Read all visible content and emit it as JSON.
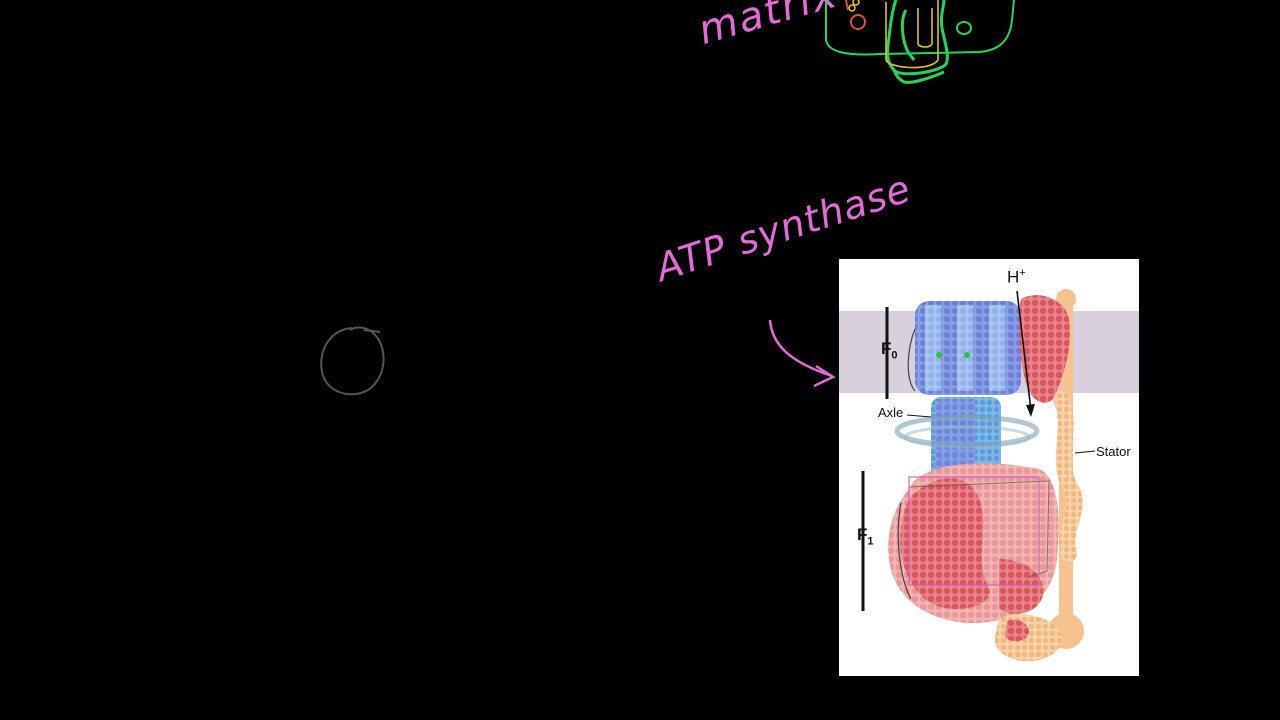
{
  "annotations": {
    "matrix": "matrix",
    "atp_synthase": "ATP synthase"
  },
  "figure": {
    "h_label": "H",
    "h_charge": "+",
    "f0_label": "F",
    "f0_sub": "0",
    "f1_label": "F",
    "f1_sub": "1",
    "axle_label": "Axle",
    "stator_label": "Stator"
  },
  "colors": {
    "background": "#000000",
    "pen_pink": "#e46ad8",
    "pen_green": "#22d65a",
    "pen_yellow": "#e0c020",
    "pen_red": "#e05040",
    "pen_gray": "#555555",
    "membrane": "#d8d0dc",
    "fo_blue": "#7b8fe0",
    "axle_lightblue": "#7cb4e4",
    "f1_red": "#e06670",
    "stator_orange": "#f6c28e"
  }
}
